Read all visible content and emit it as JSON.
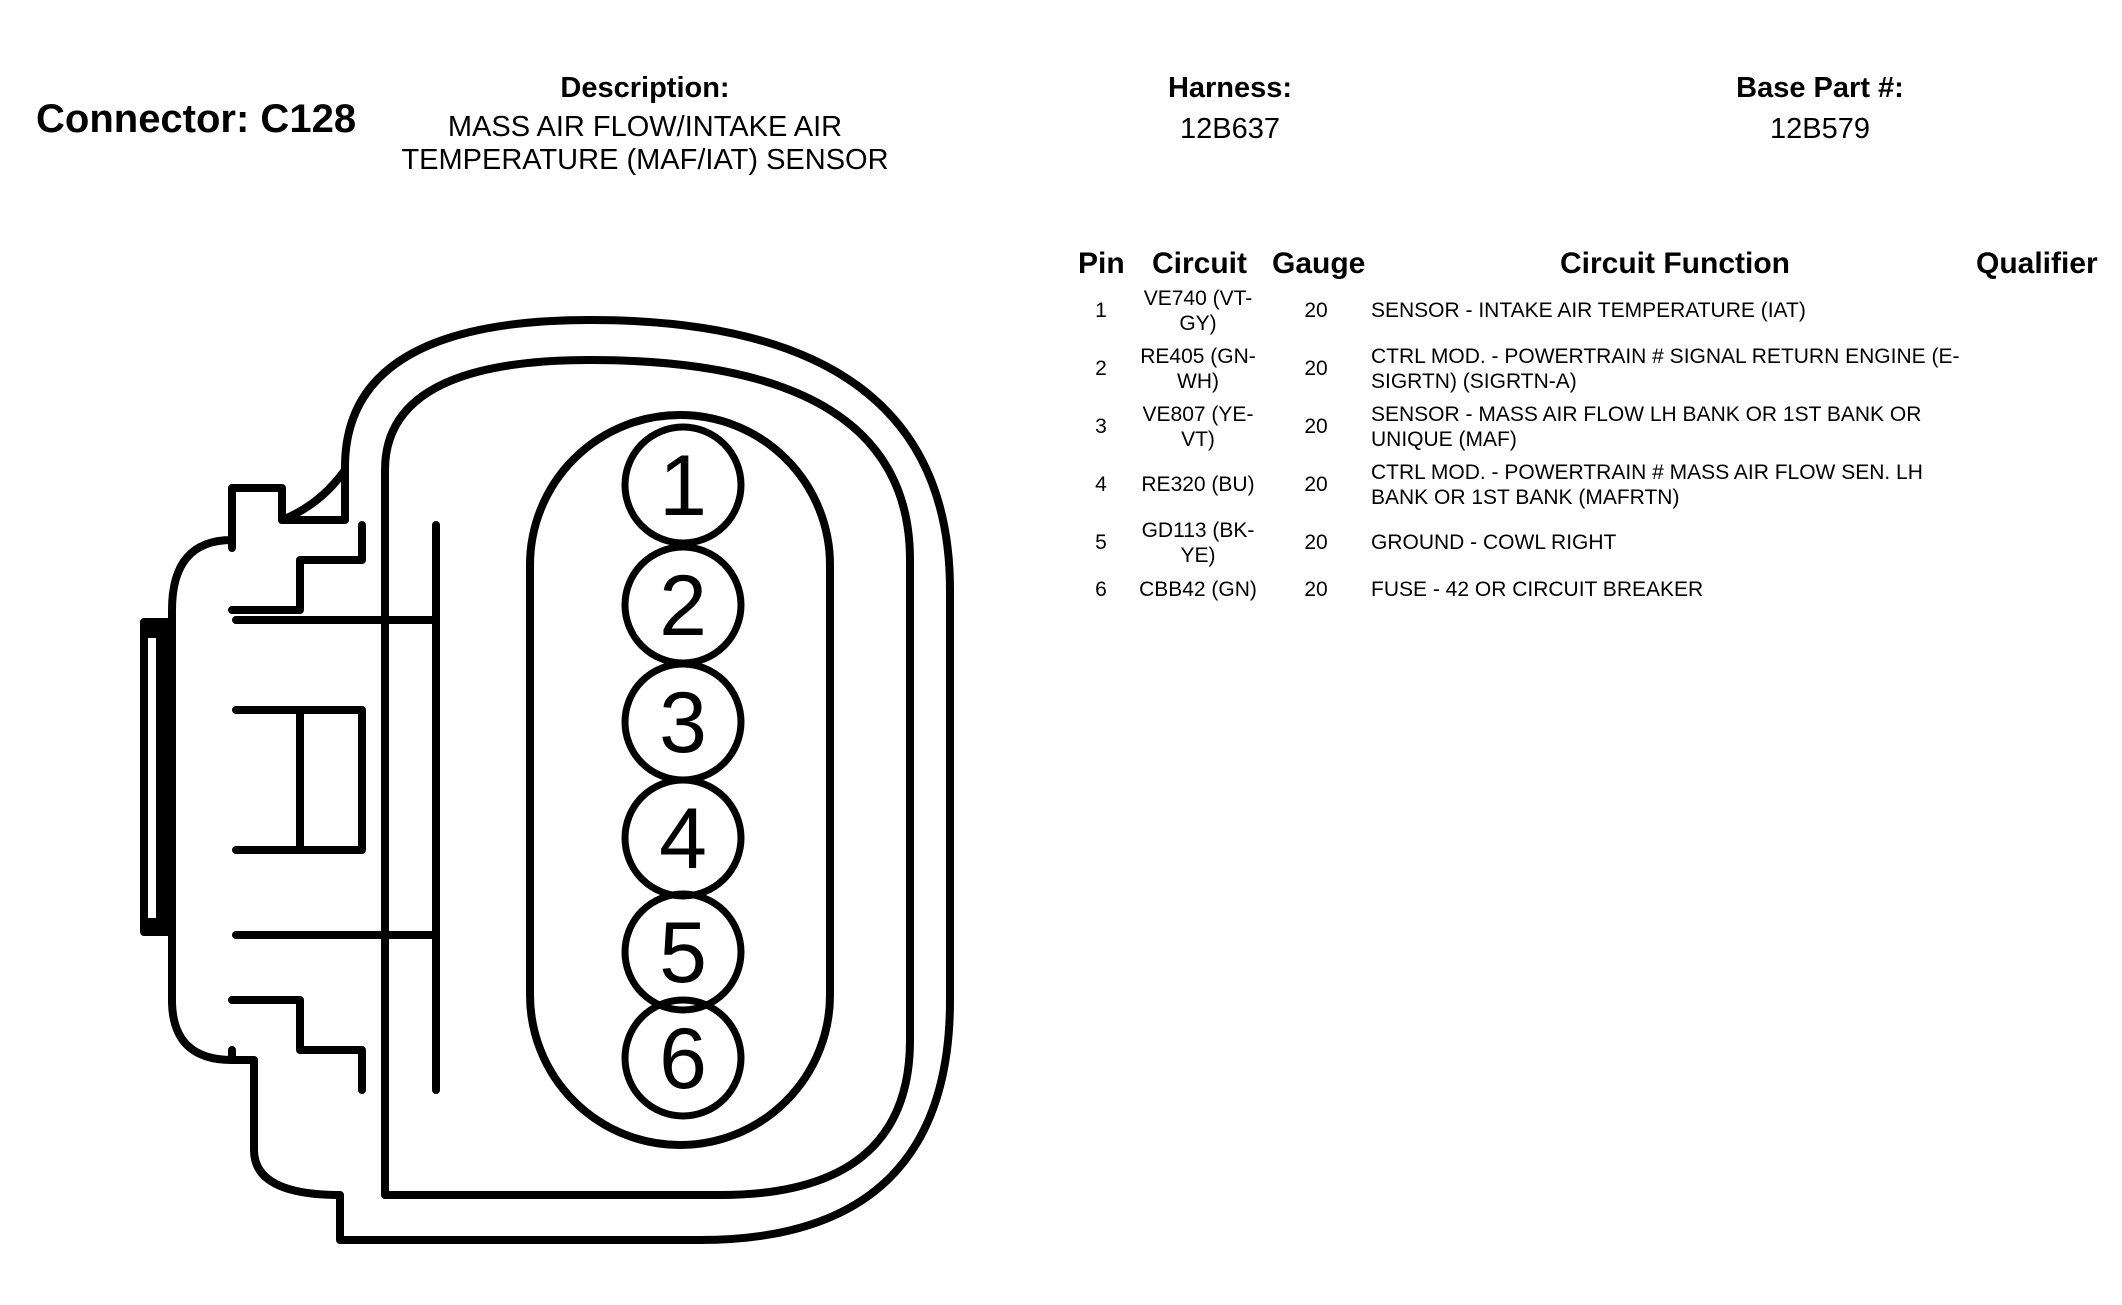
{
  "header": {
    "connector_title": "Connector: C128",
    "description_label": "Description:",
    "description_value": "MASS AIR FLOW/INTAKE AIR TEMPERATURE (MAF/IAT) SENSOR",
    "harness_label": "Harness:",
    "harness_value": "12B637",
    "base_part_label": "Base Part #:",
    "base_part_value": "12B579"
  },
  "table": {
    "columns": {
      "pin": "Pin",
      "circuit": "Circuit",
      "gauge": "Gauge",
      "function": "Circuit Function",
      "qualifier": "Qualifier"
    },
    "rows": [
      {
        "pin": "1",
        "circuit": "VE740 (VT-GY)",
        "gauge": "20",
        "function": "SENSOR - INTAKE AIR TEMPERATURE (IAT)",
        "qualifier": ""
      },
      {
        "pin": "2",
        "circuit": "RE405 (GN-WH)",
        "gauge": "20",
        "function": "CTRL MOD. - POWERTRAIN # SIGNAL RETURN ENGINE (E-SIGRTN) (SIGRTN-A)",
        "qualifier": ""
      },
      {
        "pin": "3",
        "circuit": "VE807 (YE-VT)",
        "gauge": "20",
        "function": "SENSOR - MASS AIR FLOW LH BANK OR 1ST BANK OR UNIQUE (MAF)",
        "qualifier": ""
      },
      {
        "pin": "4",
        "circuit": "RE320 (BU)",
        "gauge": "20",
        "function": "CTRL MOD. - POWERTRAIN # MASS AIR FLOW SEN. LH BANK OR 1ST BANK (MAFRTN)",
        "qualifier": ""
      },
      {
        "pin": "5",
        "circuit": "GD113 (BK-YE)",
        "gauge": "20",
        "function": "GROUND - COWL RIGHT",
        "qualifier": ""
      },
      {
        "pin": "6",
        "circuit": "CBB42 (GN)",
        "gauge": "20",
        "function": "FUSE - 42 OR CIRCUIT BREAKER",
        "qualifier": ""
      }
    ]
  },
  "diagram": {
    "pin_labels": [
      "1",
      "2",
      "3",
      "4",
      "5",
      "6"
    ]
  }
}
